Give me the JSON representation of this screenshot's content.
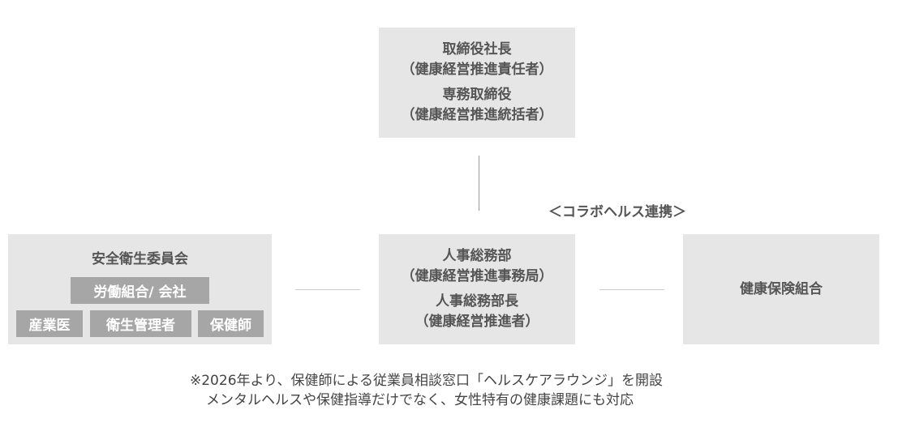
{
  "top_box": {
    "line1": "取締役社長",
    "line2": "（健康経営推進責任者）",
    "line3": "専務取締役",
    "line4": "（健康経営推進統括者）"
  },
  "collab_label": "＜コラボヘルス連携＞",
  "center_box": {
    "line1": "人事総務部",
    "line2": "（健康経営推進事務局）",
    "line3": "人事総務部長",
    "line4": "（健康経営推進者）"
  },
  "left_box": {
    "title": "安全衛生委員会",
    "union_tag": "労働組合/ 会社",
    "tags": [
      "産業医",
      "衛生管理者",
      "保健師"
    ]
  },
  "right_box": {
    "title": "健康保険組合"
  },
  "note": {
    "line1": "※2026年より、保健師による従業員相談窓口「ヘルスケアラウンジ」を開設",
    "line2": "メンタルヘルスや保健指導だけでなく、女性特有の健康課題にも対応"
  }
}
